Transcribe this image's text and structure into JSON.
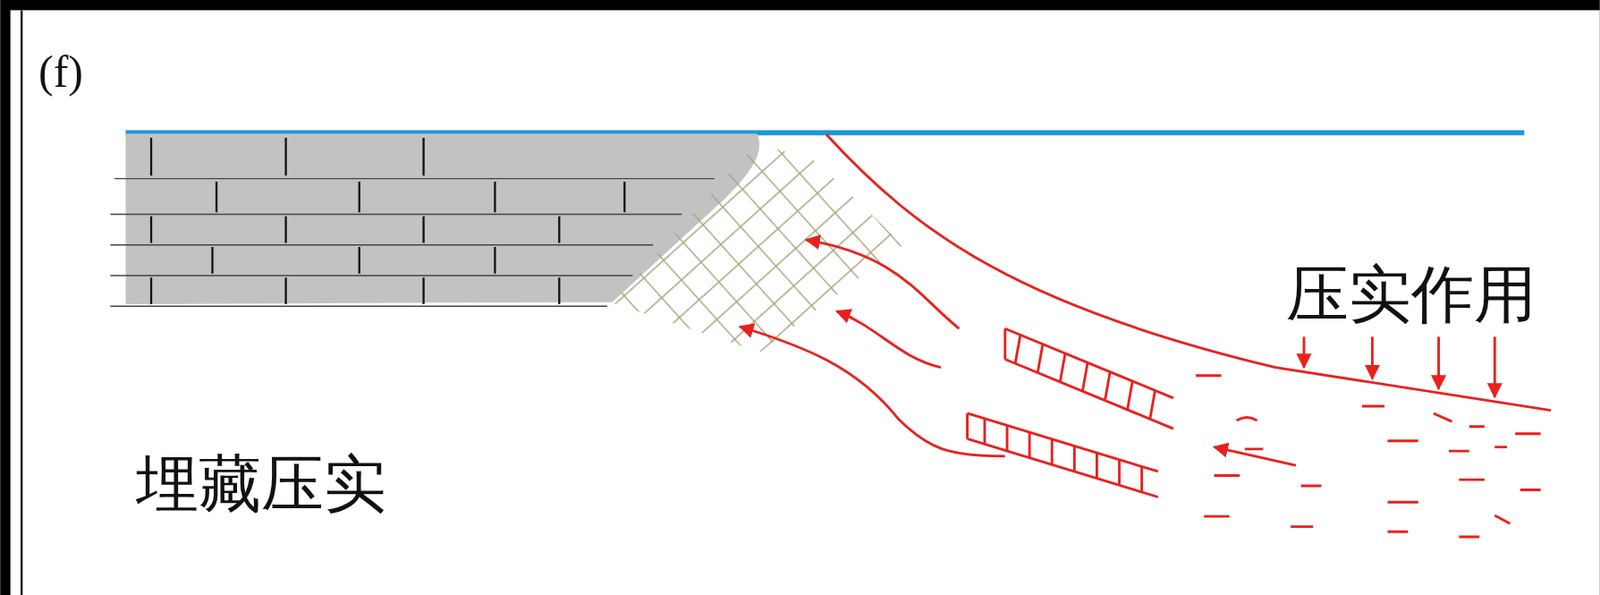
{
  "diagram": {
    "labels": [
      "(f)",
      "压实作用",
      "埋藏压实"
    ]
  }
}
